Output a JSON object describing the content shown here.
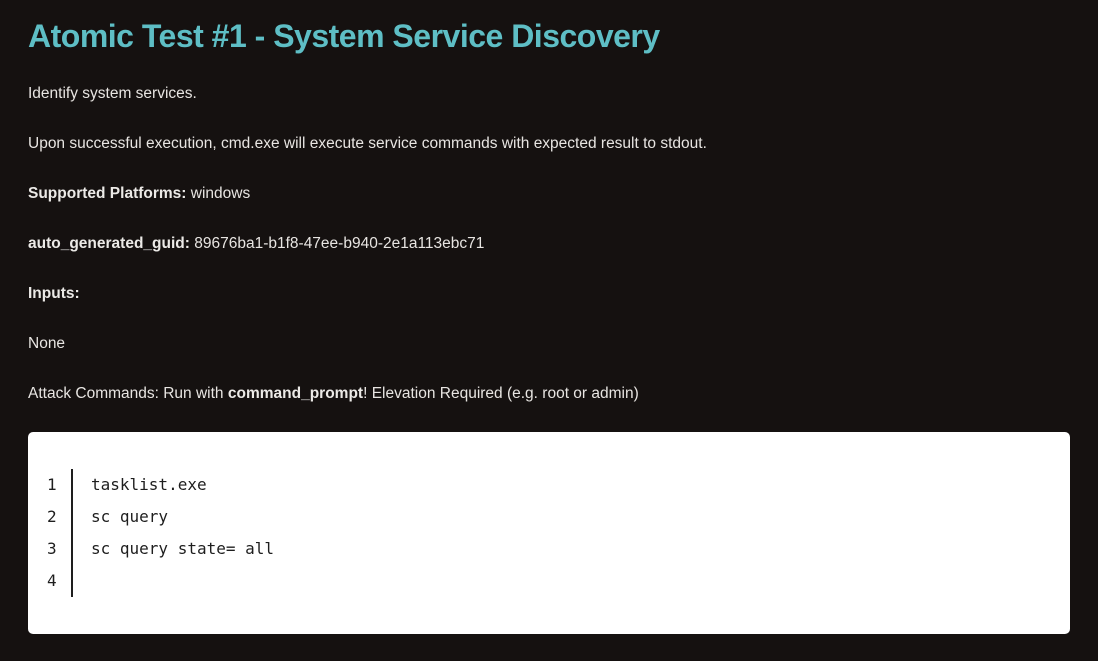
{
  "colors": {
    "page_background": "#151110",
    "title_accent": "#5ebec5",
    "body_text": "#e8e5e2",
    "code_background": "#ffffff",
    "code_text": "#1e1e1e"
  },
  "article": {
    "title": "Atomic Test #1 - System Service Discovery",
    "description": "Identify system services.",
    "execution_note": "Upon successful execution, cmd.exe will execute service commands with expected result to stdout.",
    "supported_platforms": {
      "label": "Supported Platforms:",
      "value": "windows"
    },
    "auto_generated_guid": {
      "label": "auto_generated_guid:",
      "value": "89676ba1-b1f8-47ee-b940-2e1a113ebc71"
    },
    "inputs": {
      "label": "Inputs:",
      "value": "None"
    },
    "attack_commands": {
      "prefix": "Attack Commands: Run with ",
      "executor": "command_prompt",
      "suffix": "! Elevation Required (e.g. root or admin)"
    }
  },
  "code_block": {
    "lines": [
      {
        "number": "1",
        "code": "tasklist.exe"
      },
      {
        "number": "2",
        "code": "sc query"
      },
      {
        "number": "3",
        "code": "sc query state= all"
      },
      {
        "number": "4",
        "code": ""
      }
    ]
  }
}
